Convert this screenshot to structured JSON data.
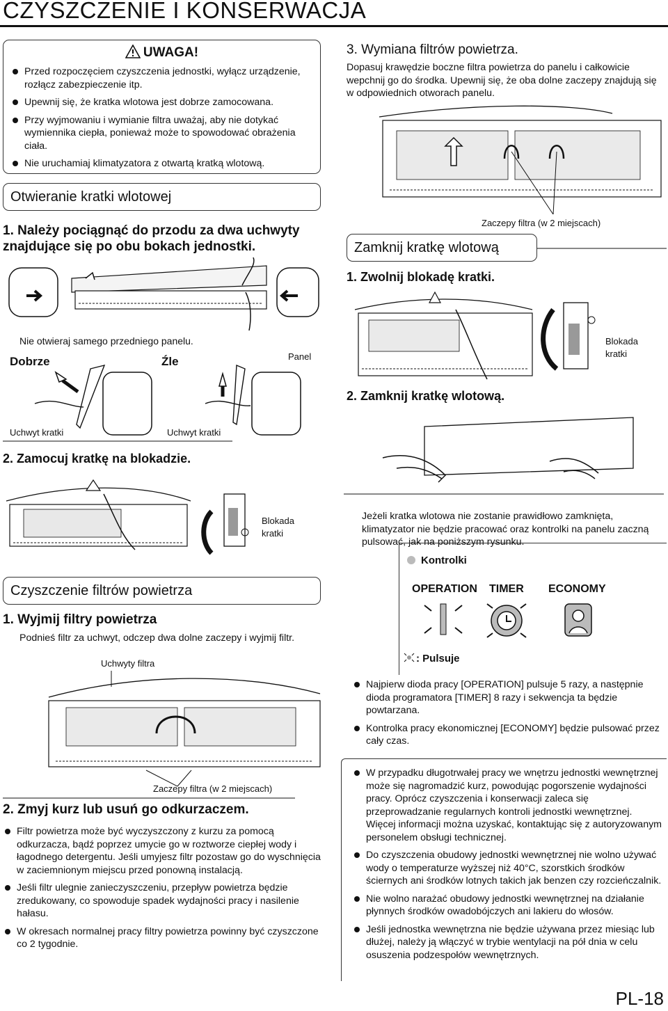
{
  "page": {
    "title": "CZYSZCZENIE I KONSERWACJA",
    "page_number": "PL-18"
  },
  "warning": {
    "heading": "UWAGA!",
    "items": [
      "Przed rozpoczęciem czyszczenia jednostki, wyłącz urządzenie, rozłącz zabezpieczenie itp.",
      "Upewnij się, że kratka wlotowa jest dobrze zamocowana.",
      "Przy wyjmowaniu i wymianie filtra uważaj, aby nie dotykać wymiennika ciepła, ponieważ może to spowodować obrażenia ciała.",
      "Nie uruchamiaj klimatyzatora z otwartą kratką wlotową."
    ]
  },
  "open_grille": {
    "heading": "Otwieranie kratki wlotowej",
    "step1": "1. Należy pociągnąć do przodu za dwa uchwyty znajdujące się po obu bokach jednostki.",
    "note": "Nie otwieraj samego przedniego panelu.",
    "good": "Dobrze",
    "bad": "Źle",
    "panel": "Panel",
    "handle_left": "Uchwyt kratki",
    "handle_right": "Uchwyt kratki",
    "step2": "2. Zamocuj kratkę na blokadzie.",
    "lock_label": "Blokada kratki"
  },
  "clean_filters": {
    "heading": "Czyszczenie filtrów powietrza",
    "step1": "1. Wyjmij filtry powietrza",
    "step1_text": "Podnieś filtr za uchwyt, odczep dwa dolne zaczepy i wyjmij filtr.",
    "handles_caption": "Uchwyty filtra",
    "hooks_caption": "Zaczepy filtra (w 2 miejscach)",
    "step2": "2. Zmyj kurz lub usuń go odkurzaczem.",
    "items": [
      "Filtr powietrza może być wyczyszczony z kurzu za pomocą odkurzacza, bądź poprzez umycie go w roztworze ciepłej wody i łagodnego detergentu. Jeśli umyjesz filtr pozostaw go do wyschnięcia w zaciemnionym miejscu przed ponowną instalacją.",
      "Jeśli filtr ulegnie zanieczyszczeniu, przepływ powietrza będzie zredukowany, co spowoduje spadek wydajności pracy i nasilenie hałasu.",
      "W okresach normalnej pracy filtry powietrza powinny być czyszczone co 2 tygodnie."
    ]
  },
  "replace_filters": {
    "step3": "3. Wymiana filtrów powietrza.",
    "step3_text": "Dopasuj krawędzie boczne filtra powietrza do panelu i całkowicie wepchnij go do środka. Upewnij się, że oba dolne zaczepy znajdują się w odpowiednich otworach panelu.",
    "hooks_caption": "Zaczepy filtra (w 2 miejscach)"
  },
  "close_grille": {
    "heading": "Zamknij kratkę wlotową",
    "step1": "1. Zwolnij blokadę kratki.",
    "lock_label": "Blokada kratki",
    "step2": "2. Zamknij kratkę wlotową.",
    "note": "Jeżeli kratka wlotowa nie zostanie prawidłowo zamknięta, klimatyzator nie będzie pracować oraz kontrolki na panelu zaczną pulsować, jak na poniższym rysunku.",
    "indicators_label": "Kontrolki",
    "indicators": [
      "OPERATION",
      "TIMER",
      "ECONOMY"
    ],
    "pulse_label": ": Pulsuje",
    "items": [
      "Najpierw dioda pracy [OPERATION] pulsuje 5 razy, a następnie dioda programatora [TIMER] 8 razy i sekwencja ta będzie powtarzana.",
      "Kontrolka pracy ekonomicznej [ECONOMY] będzie pulsować przez cały czas."
    ]
  },
  "maintenance": {
    "items": [
      "W przypadku długotrwałej pracy we wnętrzu jednostki wewnętrznej może się nagromadzić kurz, powodując pogorszenie wydajności pracy. Oprócz czyszczenia i konserwacji zaleca się przeprowadzanie regularnych kontroli jednostki wewnętrznej. Więcej informacji można uzyskać, kontaktując się z autoryzowanym personelem obsługi technicznej.",
      "Do czyszczenia obudowy jednostki wewnętrznej nie wolno używać wody o temperaturze wyższej niż 40°C, szorstkich środków ściernych ani środków lotnych takich jak benzen czy rozcieńczalnik.",
      "Nie wolno narażać obudowy jednostki wewnętrznej na działanie płynnych środków owadobójczych ani lakieru do włosów.",
      "Jeśli jednostka wewnętrzna nie będzie używana przez miesiąc lub dłużej, należy ją włączyć w trybie wentylacji na pół dnia w celu osuszenia podzespołów wewnętrznych."
    ]
  },
  "colors": {
    "text": "#111111",
    "led_pulse": "#222222"
  }
}
